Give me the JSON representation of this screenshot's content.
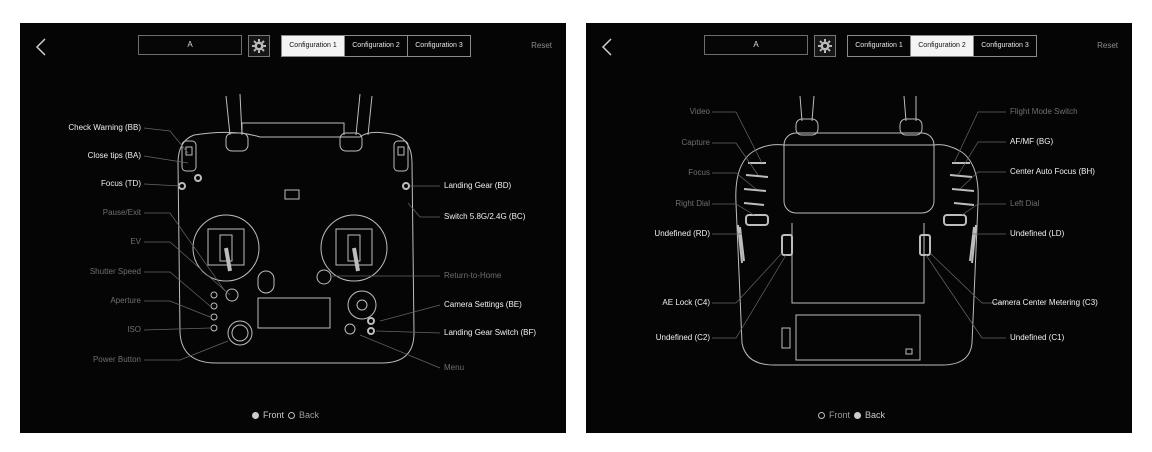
{
  "panels": [
    {
      "name_value": "A",
      "tabs": [
        "Configuration 1",
        "Configuration 2",
        "Configuration 3"
      ],
      "active_tab": 0,
      "reset_label": "Reset",
      "labels_left": [
        {
          "text": "Check Warning (BB)",
          "assigned": true
        },
        {
          "text": "Close tips (BA)",
          "assigned": true
        },
        {
          "text": "Focus (TD)",
          "assigned": true
        },
        {
          "text": "Pause/Exit",
          "assigned": false
        },
        {
          "text": "EV",
          "assigned": false
        },
        {
          "text": "Shutter Speed",
          "assigned": false
        },
        {
          "text": "Aperture",
          "assigned": false
        },
        {
          "text": "ISO",
          "assigned": false
        },
        {
          "text": "Power Button",
          "assigned": false
        }
      ],
      "labels_right": [
        {
          "text": "Landing Gear  (BD)",
          "assigned": true
        },
        {
          "text": "Switch 5.8G/2.4G (BC)",
          "assigned": true
        },
        {
          "text": "Return-to-Home",
          "assigned": false
        },
        {
          "text": "Camera Settings (BE)",
          "assigned": true
        },
        {
          "text": "Landing Gear Switch (BF)",
          "assigned": true
        },
        {
          "text": "Menu",
          "assigned": false
        }
      ],
      "view_toggle": {
        "front": "Front",
        "back": "Back",
        "selected": "front"
      }
    },
    {
      "name_value": "A",
      "tabs": [
        "Configuration 1",
        "Configuration 2",
        "Configuration 3"
      ],
      "active_tab": 1,
      "reset_label": "Reset",
      "labels_left": [
        {
          "text": "Video",
          "assigned": false
        },
        {
          "text": "Capture",
          "assigned": false
        },
        {
          "text": "Focus",
          "assigned": false
        },
        {
          "text": "Right Dial",
          "assigned": false
        },
        {
          "text": "Undefined (RD)",
          "assigned": true
        },
        {
          "text": "AE Lock (C4)",
          "assigned": true
        },
        {
          "text": "Undefined (C2)",
          "assigned": true
        }
      ],
      "labels_right": [
        {
          "text": "Flight Mode Switch",
          "assigned": false
        },
        {
          "text": "AF/MF (BG)",
          "assigned": true
        },
        {
          "text": "Center Auto Focus (BH)",
          "assigned": true
        },
        {
          "text": "Left Dial",
          "assigned": false
        },
        {
          "text": "Undefined (LD)",
          "assigned": true
        },
        {
          "text": "Camera Center Metering (C3)",
          "assigned": true
        },
        {
          "text": "Undefined (C1)",
          "assigned": true
        }
      ],
      "view_toggle": {
        "front": "Front",
        "back": "Back",
        "selected": "back"
      }
    }
  ]
}
